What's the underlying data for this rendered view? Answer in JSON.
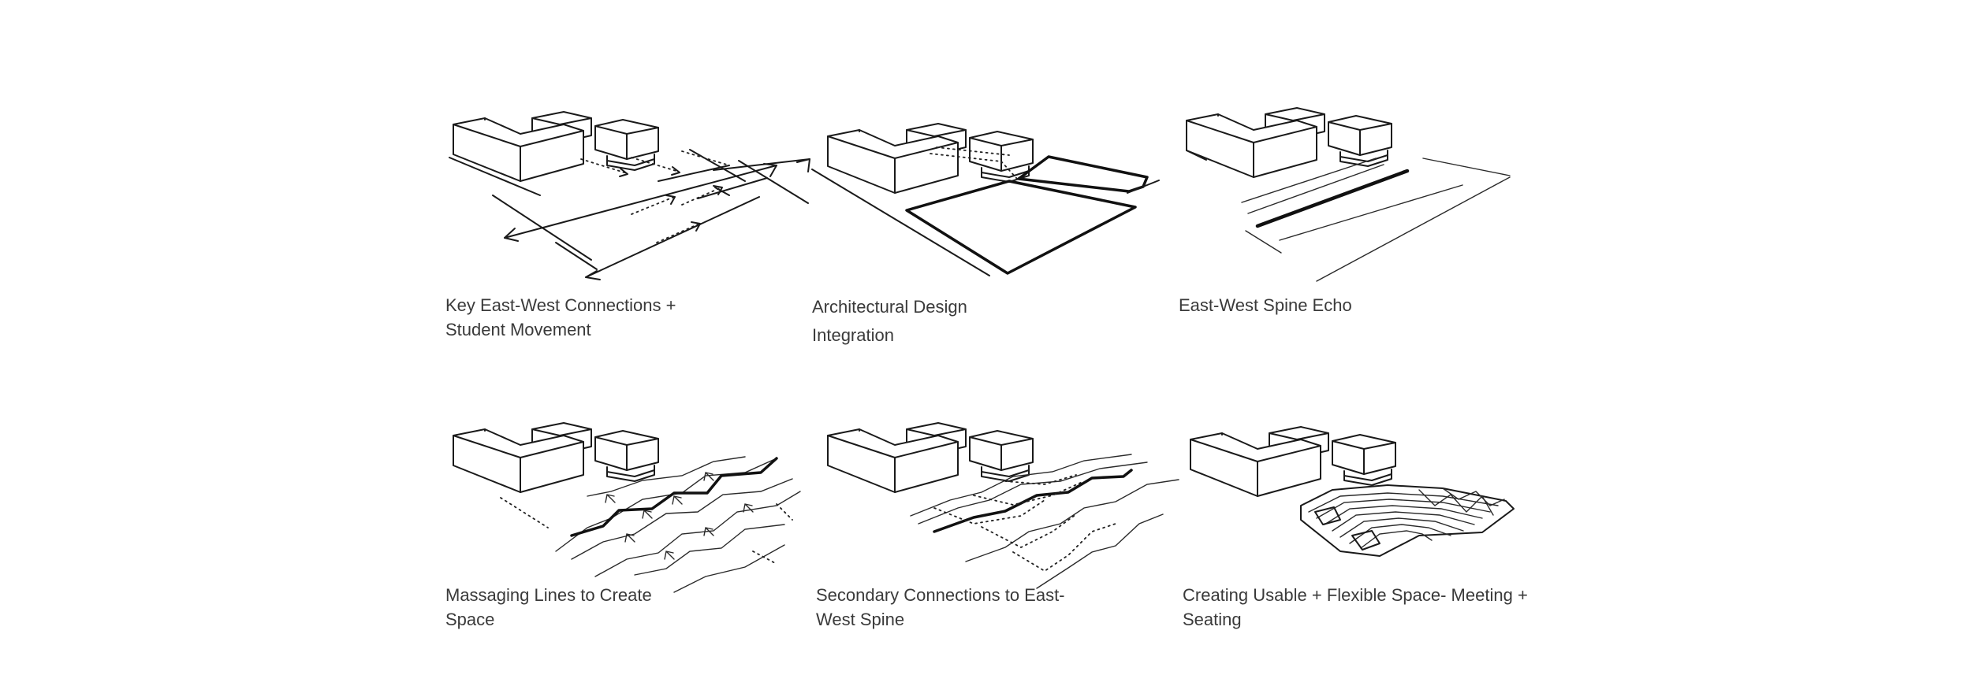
{
  "panels": [
    {
      "caption_line1": "Key East-West Connections +",
      "caption_line2": "Student Movement"
    },
    {
      "caption_line1": "Architectural Design",
      "caption_line2": "Integration"
    },
    {
      "caption_line1": "East-West Spine Echo",
      "caption_line2": ""
    },
    {
      "caption_line1": "Massaging Lines to Create",
      "caption_line2": "Space"
    },
    {
      "caption_line1": "Secondary Connections to East-",
      "caption_line2": "West Spine"
    },
    {
      "caption_line1": "Creating Usable + Flexible Space- Meeting +",
      "caption_line2": "Seating"
    }
  ]
}
